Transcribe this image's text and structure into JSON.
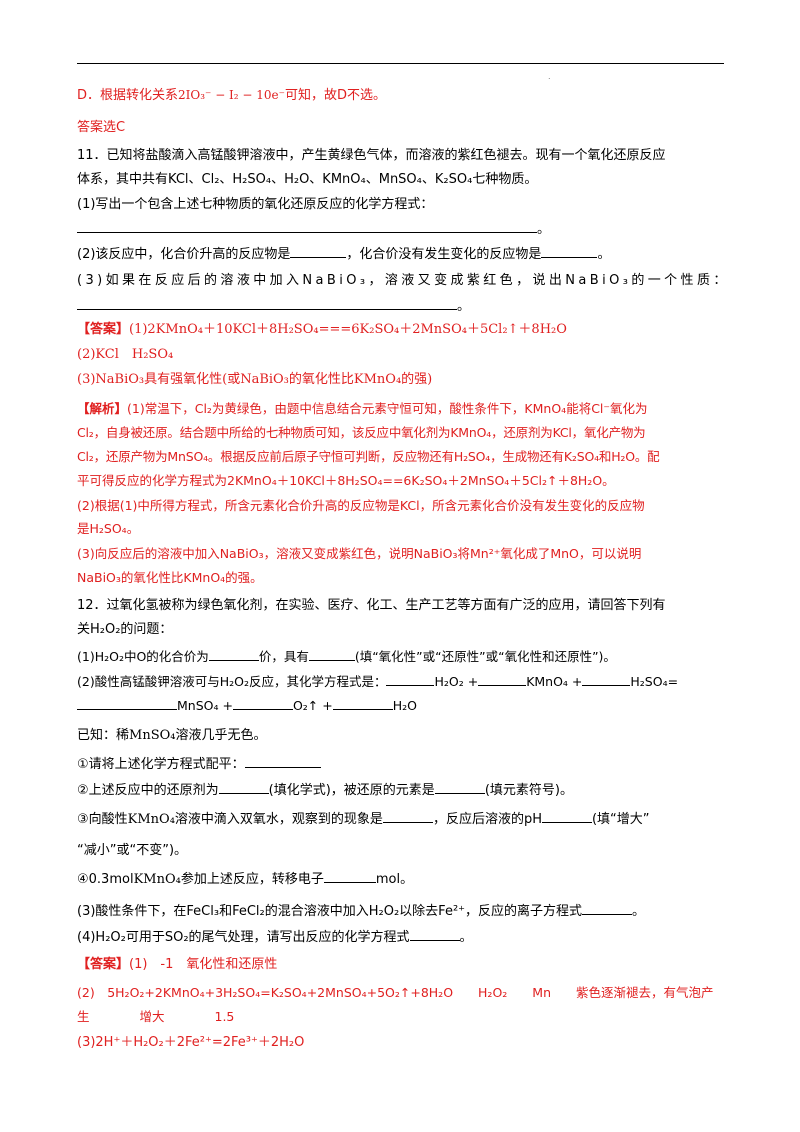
{
  "lines": {
    "d_prefix": "D．根据转化关系",
    "d_formula": "2IO₃⁻ − I₂ − 10e⁻",
    "d_suffix": "可知，故D不选。",
    "ans_c": "答案选C",
    "q11_l1": "11．已知将盐酸滴入高锰酸钾溶液中，产生黄绿色气体，而溶液的紫红色褪去。现有一个氧化还原反应",
    "q11_l2": "体系，其中共有KCl、Cl₂、H₂SO₄、H₂O、KMnO₄、MnSO₄、K₂SO₄七种物质。",
    "q11_p1": "(1)写出一个包含上述七种物质的氧化还原反应的化学方程式：",
    "period": "。",
    "q11_p2a": "(2)该反应中，化合价升高的反应物是",
    "q11_p2b": "，化合价没有发生变化的反应物是",
    "q11_p2c": "。",
    "q11_p3": "(3)如果在反应后的溶液中加入NaBiO₃，溶液又变成紫红色，说出NaBiO₃的一个性质：",
    "a11_tag": "【答案】",
    "a11_1": "(1)2KMnO₄＋10KCl＋8H₂SO₄===6K₂SO₄＋2MnSO₄＋5Cl₂↑＋8H₂O",
    "a11_2": "(2)KCl　H₂SO₄",
    "a11_3": "(3)NaBiO₃具有强氧化性(或NaBiO₃的氧化性比KMnO₄的强)",
    "j11_tag": "【解析】",
    "j11_1": "(1)常温下，Cl₂为黄绿色，由题中信息结合元素守恒可知，酸性条件下，KMnO₄能将Cl⁻氧化为",
    "j11_2": "Cl₂，自身被还原。结合题中所给的七种物质可知，该反应中氧化剂为KMnO₄，还原剂为KCl，氧化产物为",
    "j11_3": "Cl₂，还原产物为MnSO₄。根据反应前后原子守恒可判断，反应物还有H₂SO₄，生成物还有K₂SO₄和H₂O。配",
    "j11_4": "平可得反应的化学方程式为2KMnO₄＋10KCl＋8H₂SO₄==6K₂SO₄＋2MnSO₄＋5Cl₂↑＋8H₂O。",
    "j11_5": "(2)根据(1)中所得方程式，所含元素化合价升高的反应物是KCl，所含元素化合价没有发生变化的反应物",
    "j11_6": "是H₂SO₄。",
    "j11_7": "(3)向反应后的溶液中加入NaBiO₃，溶液又变成紫红色，说明NaBiO₃将Mn²⁺氧化成了MnO，可以说明",
    "j11_8": "NaBiO₃的氧化性比KMnO₄的强。",
    "q12_l1": "12．过氧化氢被称为绿色氧化剂，在实验、医疗、化工、生产工艺等方面有广泛的应用，请回答下列有",
    "q12_l2": "关H₂O₂的问题：",
    "q12_p1a": "(1)H₂O₂中O的化合价为",
    "q12_p1b": "价，具有",
    "q12_p1c": "(填“氧化性”或“还原性”或“氧化性和还原性”)。",
    "q12_p2a": "(2)酸性高锰酸钾溶液可与H₂O₂反应，其化学方程式是：",
    "q12_h2o2": "H₂O₂ +",
    "q12_kmno4": "KMnO₄ +",
    "q12_h2so4": "H₂SO₄=",
    "q12_mnso4": "MnSO₄ +",
    "q12_o2": "O₂↑ +",
    "q12_h2o": "H₂O",
    "q12_known_a": "已知：稀",
    "q12_known_f": "MnSO₄",
    "q12_known_b": "溶液几乎无色。",
    "q12_s1": "①请将上述化学方程式配平：",
    "q12_s2a": "②上述反应中的还原剂为",
    "q12_s2b": "(填化学式)，被还原的元素是",
    "q12_s2c": "(填元素符号)。",
    "q12_s3a": "③向酸性",
    "q12_s3f": "KMnO₄",
    "q12_s3b": "溶液中滴入双氧水，观察到的现象是",
    "q12_s3c": "，反应后溶液的pH",
    "q12_s3d": "(填“增大”",
    "q12_s3e": "“减小”或“不变”)。",
    "q12_s4a": "④0.3mol",
    "q12_s4f": "KMnO₄",
    "q12_s4b": "参加上述反应，转移电子",
    "q12_s4c": "mol。",
    "q12_p3a": "(3)酸性条件下，在FeCl₃和FeCl₂的混合溶液中加入H₂O₂以除去Fe²⁺，反应的离子方程式",
    "q12_p3b": "。",
    "q12_p4a": "(4)H₂O₂可用于SO₂的尾气处理，请写出反应的化学方程式",
    "q12_p4b": "。",
    "a12_tag": "【答案】",
    "a12_1a": "(1)　-1　氧化性和还原性",
    "a12_2a": "(2)　5H₂O₂+2KMnO₄+3H₂SO₄=K₂SO₄+2MnSO₄+5O₂↑+8H₂O　　H₂O₂　　Mn　　紫色逐渐褪去，有气泡产",
    "a12_2b": "生　　　　增大　　　　1.5",
    "a12_3": "(3)2H⁺＋H₂O₂＋2Fe²⁺=2Fe³⁺＋2H₂O"
  },
  "colors": {
    "answer": "#e02020",
    "text": "#000000"
  }
}
